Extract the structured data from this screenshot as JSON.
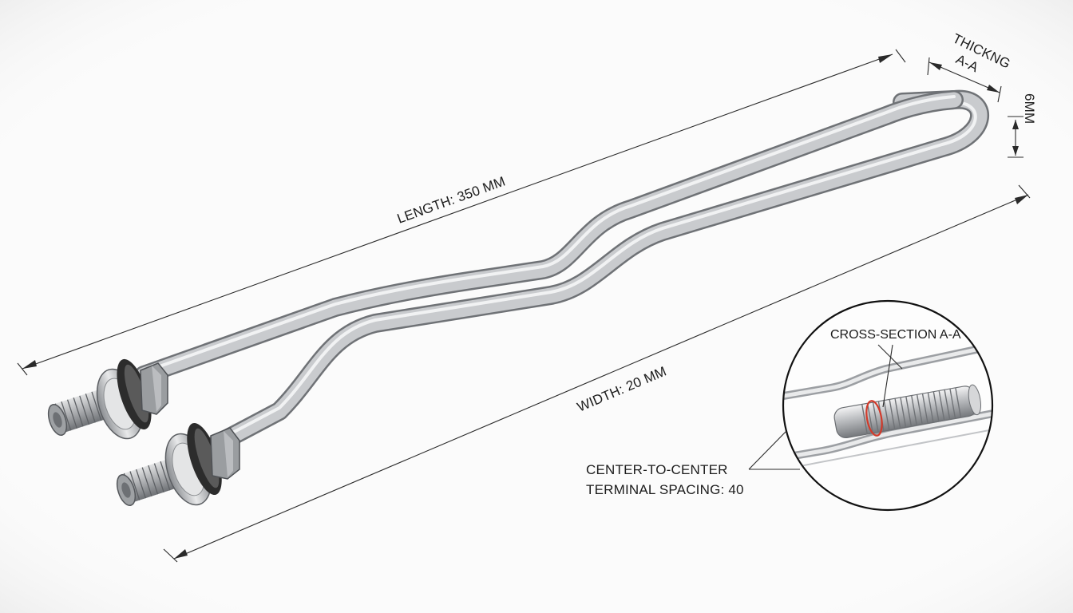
{
  "labels": {
    "thickness": "THICKNG",
    "section_ref": "A-A",
    "thickness_value": "6MM",
    "length": "LENGTH: 350 MM",
    "width": "WIDTH: 20 MM",
    "cross_section": "CROSS-SECTION A-A",
    "spacing_line1": "CENTER-TO-CENTER",
    "spacing_line2": "TERMINAL SPACING: 40"
  },
  "colors": {
    "background": "#fbfbfb",
    "metal": "#c4c6c9",
    "metal_highlight": "#f2f3f4",
    "metal_shadow": "#7b7e82",
    "gasket": "#2c2c2c",
    "callout_red": "#d23a2a"
  }
}
